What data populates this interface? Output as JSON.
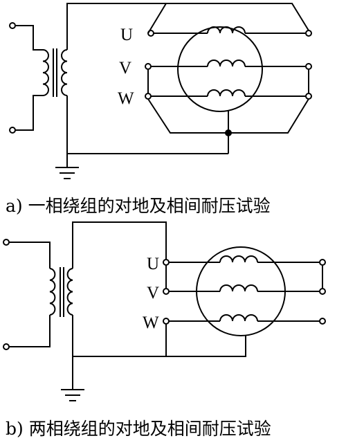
{
  "figure_a": {
    "caption": "a) 一相绕组的对地及相间耐压试验",
    "terminals": {
      "u": "U",
      "v": "V",
      "w": "W"
    }
  },
  "figure_b": {
    "caption": "b) 两相绕组的对地及相间耐压试验",
    "terminals": {
      "u": "U",
      "v": "V",
      "w": "W"
    }
  }
}
